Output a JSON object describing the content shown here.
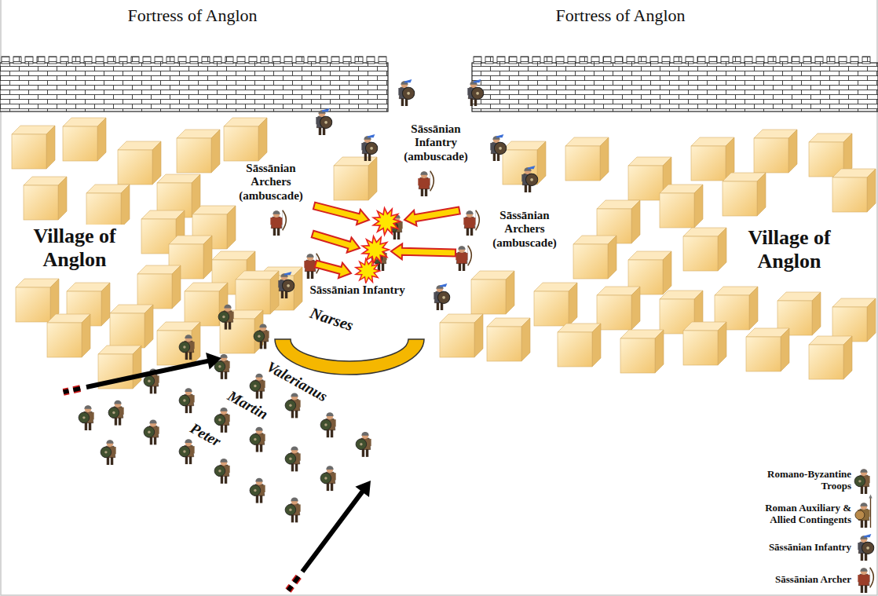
{
  "diagram": {
    "labels": [
      "Fortress of Anglon",
      "Fortress of Anglon",
      "Sāssānian Infantry (ambuscade)",
      "Sāssānian Archers (ambuscade)",
      "Village of Anglon",
      "Sāssānian Archers (ambuscade)",
      "Village of Anglon",
      "Sāssānian Infantry",
      "Narses",
      "Valerianus",
      "Martin",
      "Peter"
    ],
    "legend": [
      {
        "text": "Romano-Byzantine Troops"
      },
      {
        "text": "Roman Auxiliary & Allied Contingents"
      },
      {
        "text": "Sāssānian Infantry"
      },
      {
        "text": "Sāssānian Archer"
      }
    ]
  }
}
